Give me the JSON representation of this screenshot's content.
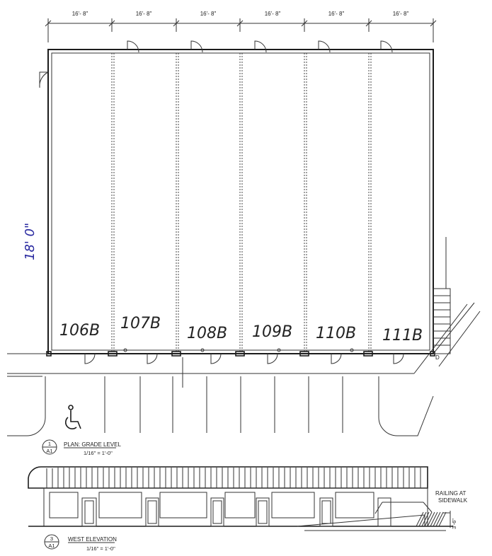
{
  "dimensions": {
    "bay_widths": [
      "16'- 8\"",
      "16'- 8\"",
      "16'- 8\"",
      "16'- 8\"",
      "16'- 8\"",
      "16'- 8\""
    ],
    "depth_note": "18' 0\""
  },
  "units": [
    "106B",
    "107B",
    "108B",
    "109B",
    "110B",
    "111B"
  ],
  "stair_label": "D",
  "plan": {
    "number": "1",
    "sheet": "A1",
    "title": "PLAN: GRADE LEVEL",
    "scale": "1/16\" = 1'-0\""
  },
  "elevation": {
    "number": "3",
    "sheet": "A1",
    "title": "WEST ELEVATION",
    "scale": "1/16\" = 1'-0\"",
    "railing_note_line1": "RAILING AT",
    "railing_note_line2": "SIDEWALK",
    "height_note": "3'-6\""
  }
}
